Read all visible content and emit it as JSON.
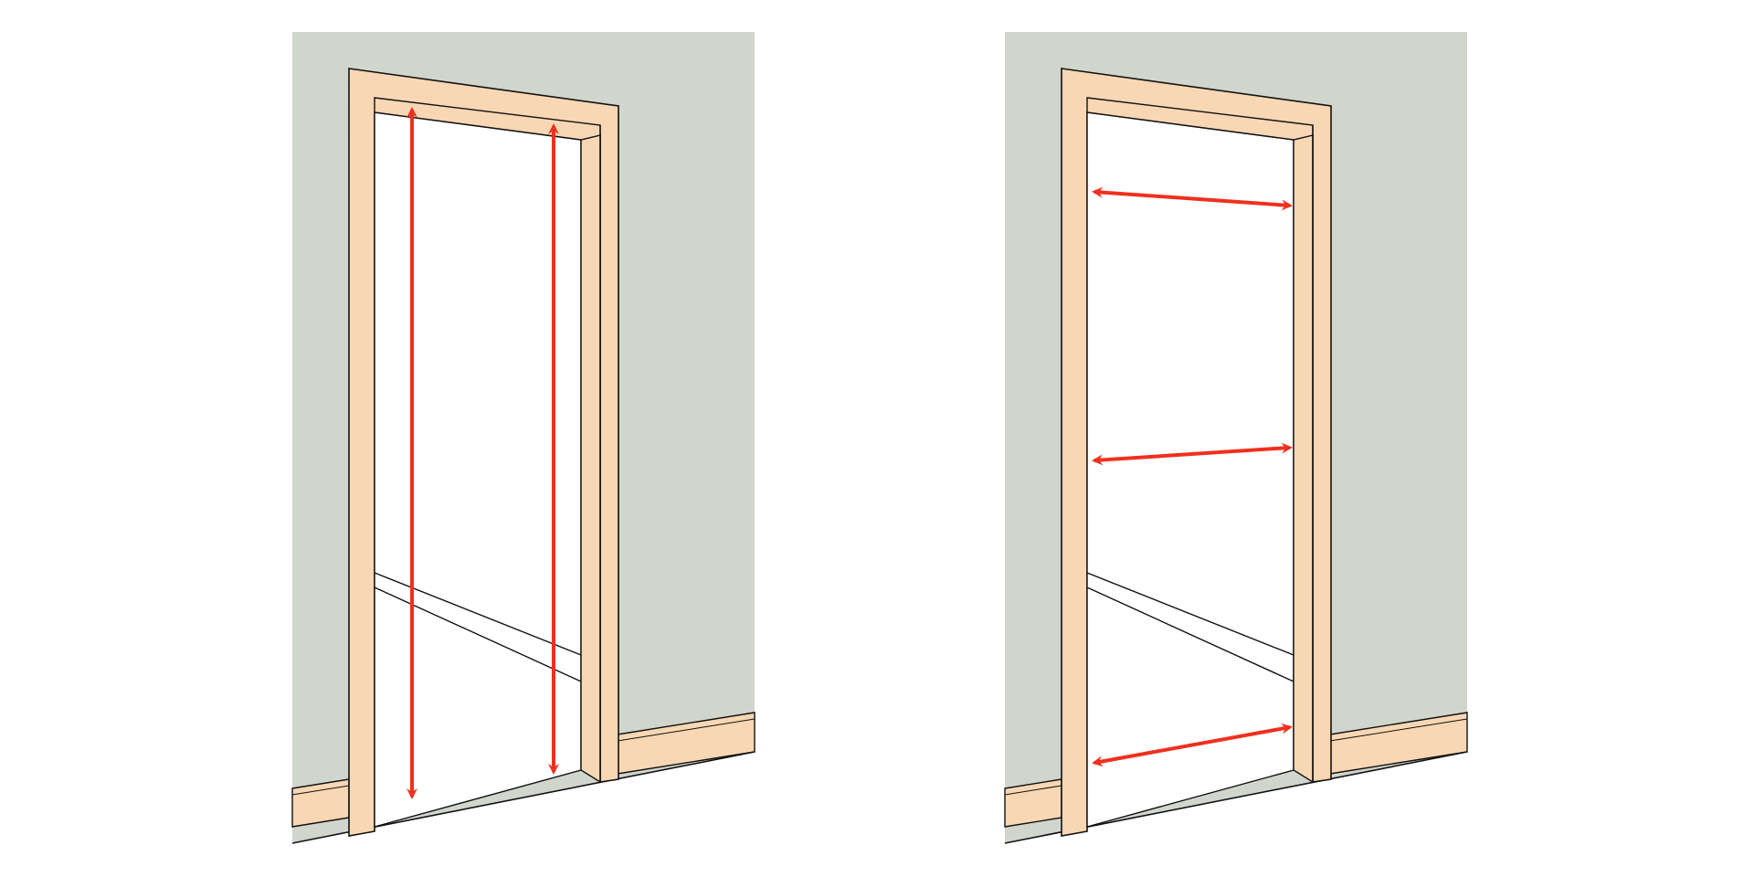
{
  "diagram": {
    "panels": [
      {
        "id": "left",
        "measurement": "height",
        "arrow_count": 2
      },
      {
        "id": "right",
        "measurement": "width",
        "arrow_count": 3
      }
    ],
    "colors": {
      "wall": "#d1d6cc",
      "trim": "#f9d7b4",
      "floor": "#ffffff",
      "line": "#111111",
      "arrow": "#f0301e"
    }
  }
}
